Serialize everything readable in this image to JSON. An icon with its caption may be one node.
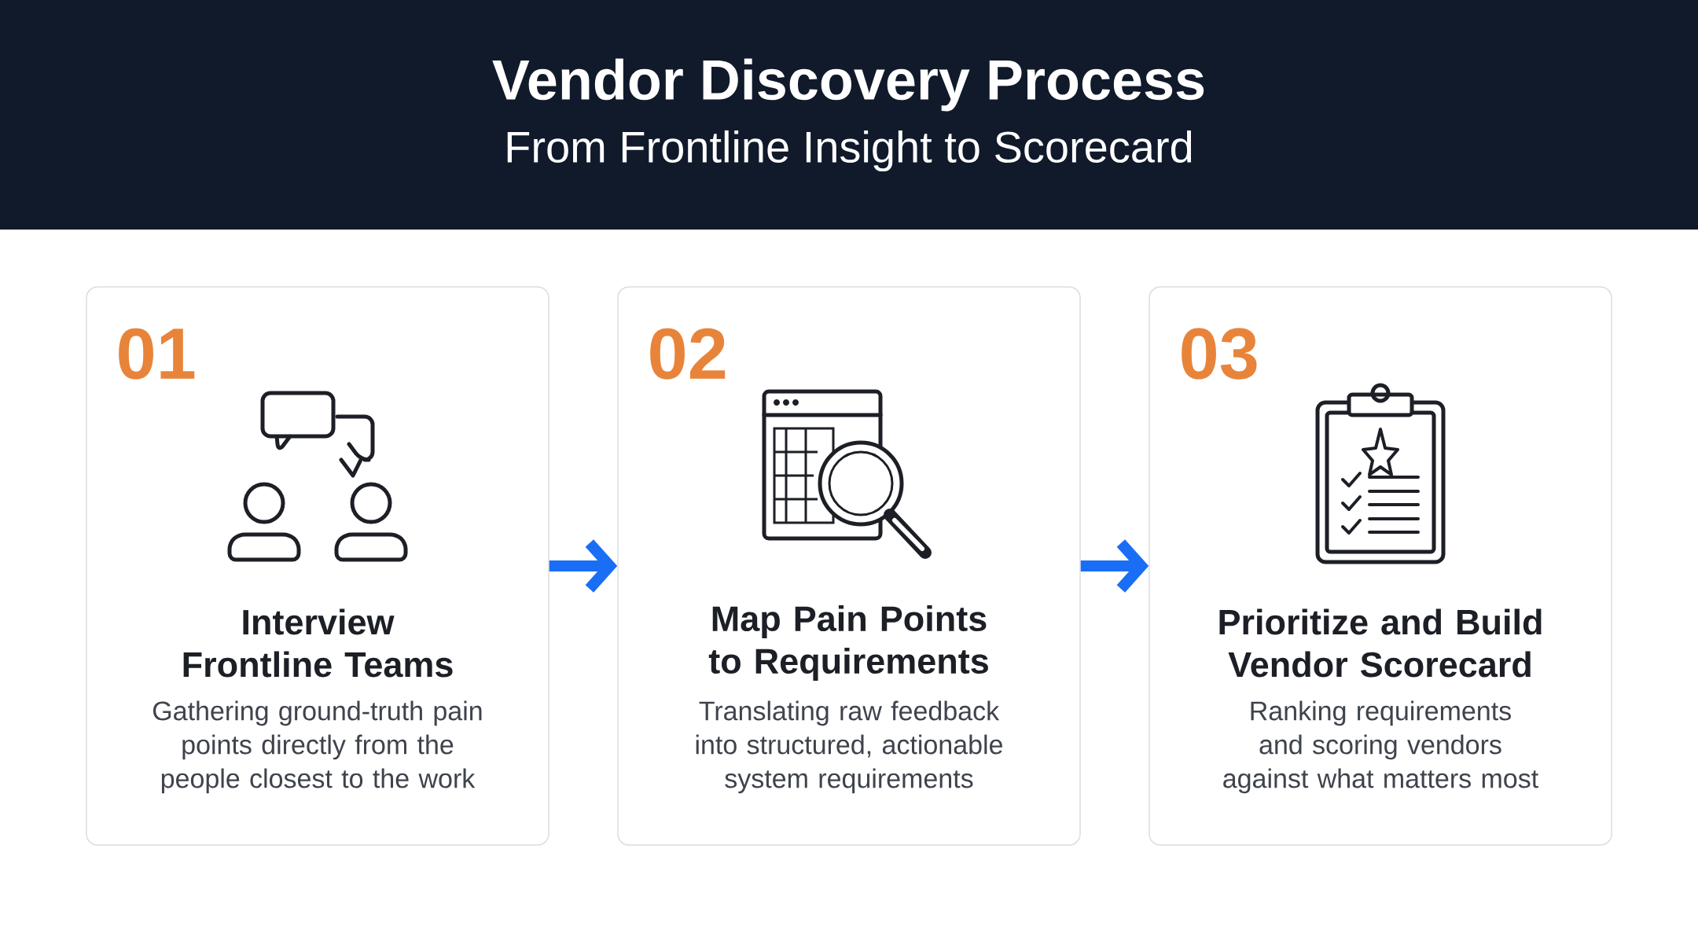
{
  "diagram": {
    "title": "Vendor Discovery Process",
    "caption": "From Frontline Insight to Scorecard",
    "nodes": [
      {
        "text": [
          "01",
          "Interview Frontline Teams",
          "Gathering ground-truth pain points directly from the people closest to the work"
        ]
      },
      {
        "text": [
          "02",
          "Map Pain Points to Requirements",
          "Translating raw feedback into structured, actionable system requirements"
        ]
      },
      {
        "text": [
          "03",
          "Prioritize and Build Vendor Scorecard",
          "Ranking requirements and scoring vendors against what matters most"
        ]
      }
    ],
    "edges": [
      {
        "from": 0,
        "to": 1,
        "arrow": "to"
      },
      {
        "from": 1,
        "to": 2,
        "arrow": "to"
      }
    ]
  }
}
